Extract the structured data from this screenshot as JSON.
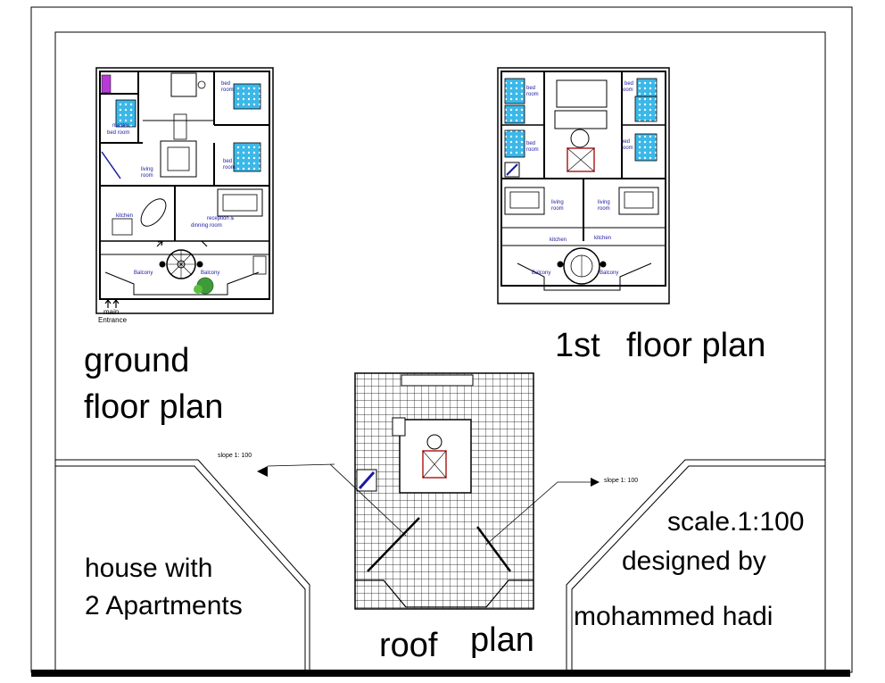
{
  "sheet": {
    "titles": {
      "ground": [
        "ground",
        "floor plan"
      ],
      "first": [
        "1st",
        "floor plan"
      ],
      "roof": [
        "roof",
        "plan"
      ]
    },
    "info": {
      "project": [
        "house with",
        "2 Apartments"
      ],
      "scale": "scale.1:100",
      "designed_by": "designed by",
      "designer": "mohammed hadi"
    },
    "annotations": {
      "main_entrance": [
        "main",
        "Entrance"
      ],
      "slope_left": "slope 1: 100",
      "slope_right": "slope 1: 100"
    },
    "ground_labels": {
      "bed_room_1": [
        "bed",
        "room"
      ],
      "bed_room_2": [
        "bed",
        "room"
      ],
      "master_bed_room": [
        "master",
        "bed room"
      ],
      "living_room": [
        "living",
        "room"
      ],
      "kitchen": "kitchen",
      "reception": [
        "reception &",
        "dinning room"
      ],
      "balcony_left": "Balcony",
      "balcony_right": "Balcony"
    },
    "first_labels": {
      "bed_room_1": [
        "bed",
        "room"
      ],
      "bed_room_2": [
        "bed",
        "room"
      ],
      "bed_room_3": [
        "bed",
        "room"
      ],
      "bed_room_4": [
        "bed",
        "room"
      ],
      "living_room_1": [
        "living",
        "room"
      ],
      "living_room_2": [
        "living",
        "room"
      ],
      "kitchen_1": "kitchen",
      "kitchen_2": "kitchen",
      "balcony_left": "Balcony",
      "balcony_right": "Balcony"
    }
  }
}
